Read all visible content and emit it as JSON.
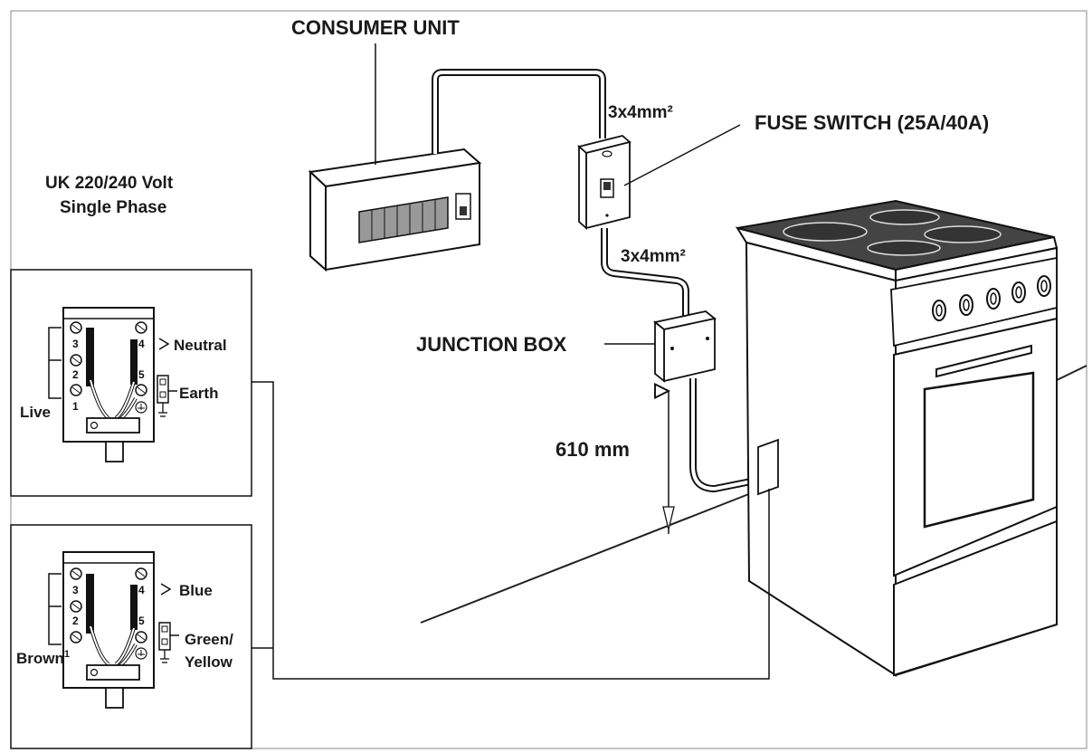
{
  "labels": {
    "consumer_unit": "CONSUMER UNIT",
    "cable_upper": "3x4mm²",
    "fuse_switch": "FUSE SWITCH (25A/40A)",
    "cable_lower": "3x4mm²",
    "junction_box": "JUNCTION BOX",
    "height": "610 mm",
    "supply_line1": "UK 220/240 Volt",
    "supply_line2": "Single Phase"
  },
  "terminal_box_top": {
    "terminals": [
      "3",
      "2",
      "1",
      "4",
      "5"
    ],
    "neutral": "Neutral",
    "earth": "Earth",
    "live": "Live"
  },
  "terminal_box_bottom": {
    "terminals": [
      "3",
      "2",
      "4",
      "5"
    ],
    "blue": "Blue",
    "green_yellow_line1": "Green/",
    "green_yellow_line2": "Yellow",
    "brown": "Brown",
    "brown_sup": "1"
  }
}
